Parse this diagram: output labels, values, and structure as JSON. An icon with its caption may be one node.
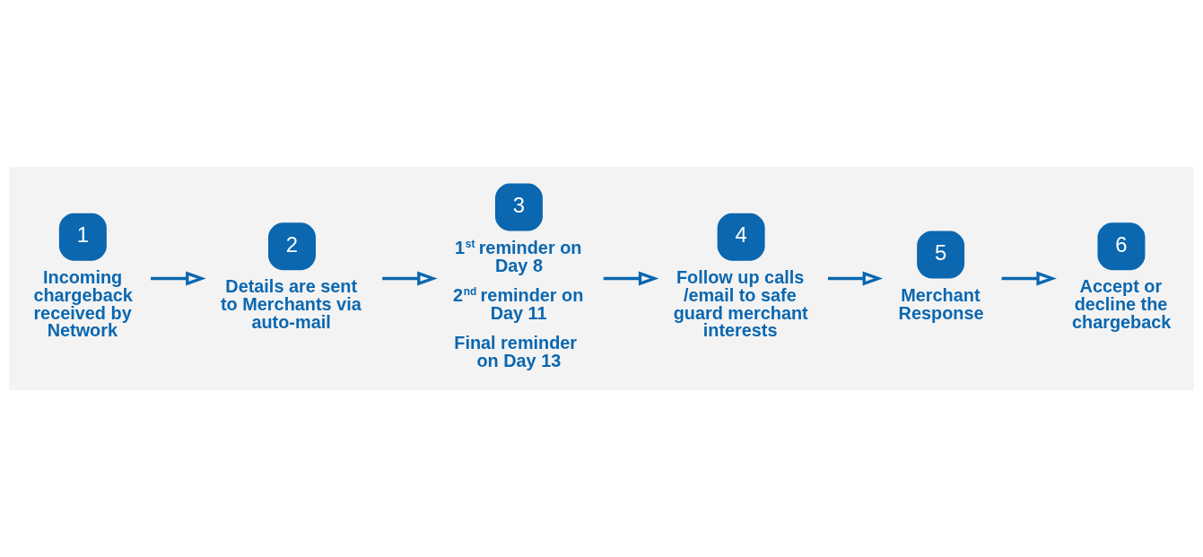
{
  "diagram": {
    "nodes": [
      {
        "text": [
          "1"
        ],
        "beside": [
          "Incoming chargeback received by Network"
        ]
      },
      {
        "text": [
          "2"
        ],
        "beside": [
          "Details are sent to Merchants via auto-mail"
        ]
      },
      {
        "text": [
          "3"
        ],
        "beside": [
          "1$^{st}$ reminder on Day 8",
          "2$^{nd}$ reminder on Day 11",
          "Final reminder  on Day 13"
        ]
      },
      {
        "text": [
          "4"
        ],
        "beside": [
          "Follow up calls /email to safe guard merchant interests"
        ]
      },
      {
        "text": [
          "5"
        ],
        "beside": [
          "Merchant Response"
        ]
      },
      {
        "text": [
          "6"
        ],
        "beside": [
          "Accept or decline the chargeback"
        ]
      }
    ],
    "edges": [
      {
        "from": 0,
        "to": 1,
        "arrow": "to"
      },
      {
        "from": 1,
        "to": 2,
        "arrow": "to"
      },
      {
        "from": 2,
        "to": 3,
        "arrow": "to"
      },
      {
        "from": 3,
        "to": 4,
        "arrow": "to"
      },
      {
        "from": 4,
        "to": 5,
        "arrow": "to"
      }
    ]
  }
}
